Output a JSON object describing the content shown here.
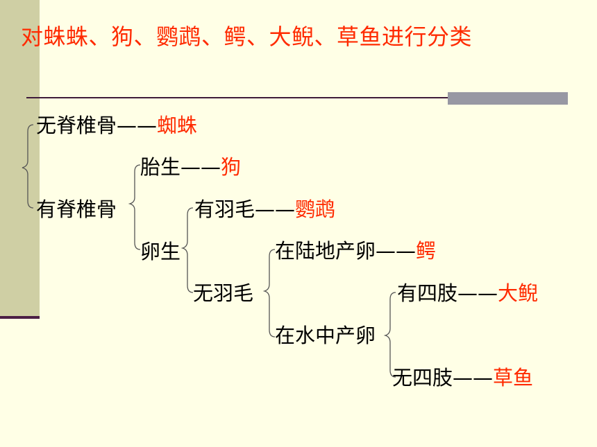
{
  "title": "对蛛蛛、狗、鹦鹉、鳄、大鲵、草鱼进行分类",
  "tree": {
    "invertebrate": {
      "label": "无脊椎骨",
      "sep": "——",
      "animal": "蜘蛛"
    },
    "vertebrate": {
      "label": "有脊椎骨"
    },
    "viviparous": {
      "label": "胎生",
      "sep": "——",
      "animal": "狗"
    },
    "oviparous": {
      "label": "卵生"
    },
    "feathered": {
      "label": "有羽毛",
      "sep": "——",
      "animal": "鹦鹉"
    },
    "featherless": {
      "label": "无羽毛"
    },
    "land_eggs": {
      "label": "在陆地产卵",
      "sep": "——",
      "animal": "鳄"
    },
    "water_eggs": {
      "label": "在水中产卵"
    },
    "four_limbs": {
      "label": "有四肢",
      "sep": "——",
      "animal": "大鲵"
    },
    "no_limbs": {
      "label": "无四肢",
      "sep": "——",
      "animal": "草鱼"
    }
  },
  "colors": {
    "background": "#FFFFE6",
    "answer": "#FF2A00",
    "title": "#FF2A00",
    "side_bar": "#CFCFA4"
  }
}
